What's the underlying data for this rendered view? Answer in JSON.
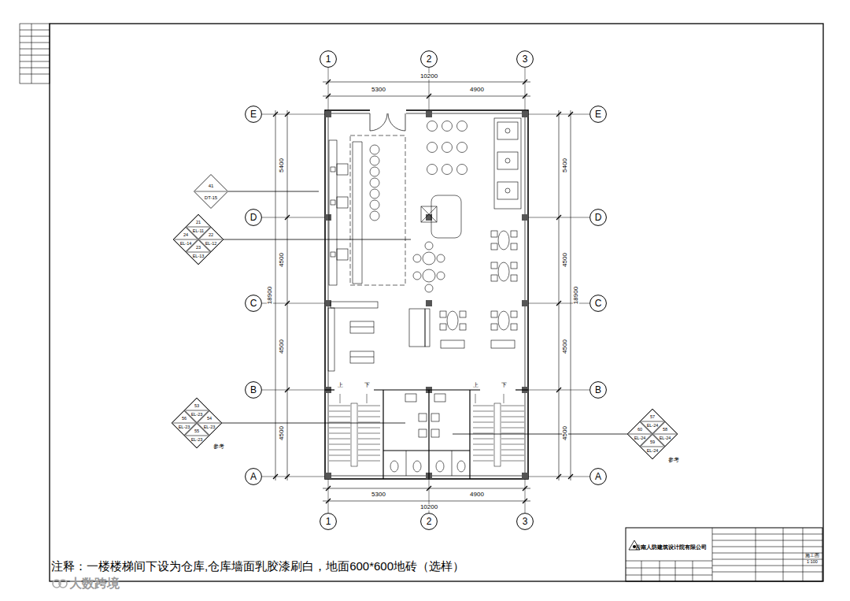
{
  "diagram": {
    "nodes": [
      {
        "text": [
          "1"
        ]
      },
      {
        "text": [
          "2"
        ]
      },
      {
        "text": [
          "3"
        ]
      },
      {
        "text": [
          "E"
        ]
      },
      {
        "text": [
          "E"
        ]
      },
      {
        "text": [
          "41",
          "DT-15"
        ]
      },
      {
        "text": [
          "D"
        ]
      },
      {
        "text": [
          "D"
        ]
      },
      {
        "text": [
          "21",
          "EL-11"
        ]
      },
      {
        "text": [
          "24",
          "EL-14"
        ]
      },
      {
        "text": [
          "22",
          "EL-12"
        ]
      },
      {
        "text": [
          "23",
          "EL-13"
        ]
      },
      {
        "text": [
          "C"
        ]
      },
      {
        "text": [
          "C"
        ]
      },
      {
        "text": [
          "B"
        ]
      },
      {
        "text": [
          "B"
        ]
      },
      {
        "text": [
          "53",
          "EL-23"
        ]
      },
      {
        "text": [
          "56",
          "EL-23"
        ]
      },
      {
        "text": [
          "54",
          "EL-23"
        ]
      },
      {
        "text": [
          "55",
          "EL-23"
        ]
      },
      {
        "text": [
          "57",
          "EL-24"
        ]
      },
      {
        "text": [
          "60",
          "EL-24"
        ]
      },
      {
        "text": [
          "58",
          "EL-24"
        ]
      },
      {
        "text": [
          "59",
          "EL-24"
        ]
      },
      {
        "text": [
          "A"
        ]
      },
      {
        "text": [
          "A"
        ]
      },
      {
        "text": [
          "1"
        ]
      },
      {
        "text": [
          "2"
        ]
      },
      {
        "text": [
          "3"
        ]
      }
    ],
    "labels": [
      "10200",
      "5300",
      "4900",
      "5300",
      "4900",
      "10200",
      "5400",
      "4500",
      "18900",
      "4500",
      "4500",
      "5400",
      "4500",
      "18900",
      "4500",
      "4500",
      "参考",
      "参考",
      "上",
      "下",
      "上",
      "下",
      "注释：一楼楼梯间下设为仓库,仓库墙面乳胶漆刷白，地面600*600地砖（选样）",
      "云南人防建筑设计院有限公司",
      "施工图",
      "1:100",
      "大数跨境"
    ]
  }
}
